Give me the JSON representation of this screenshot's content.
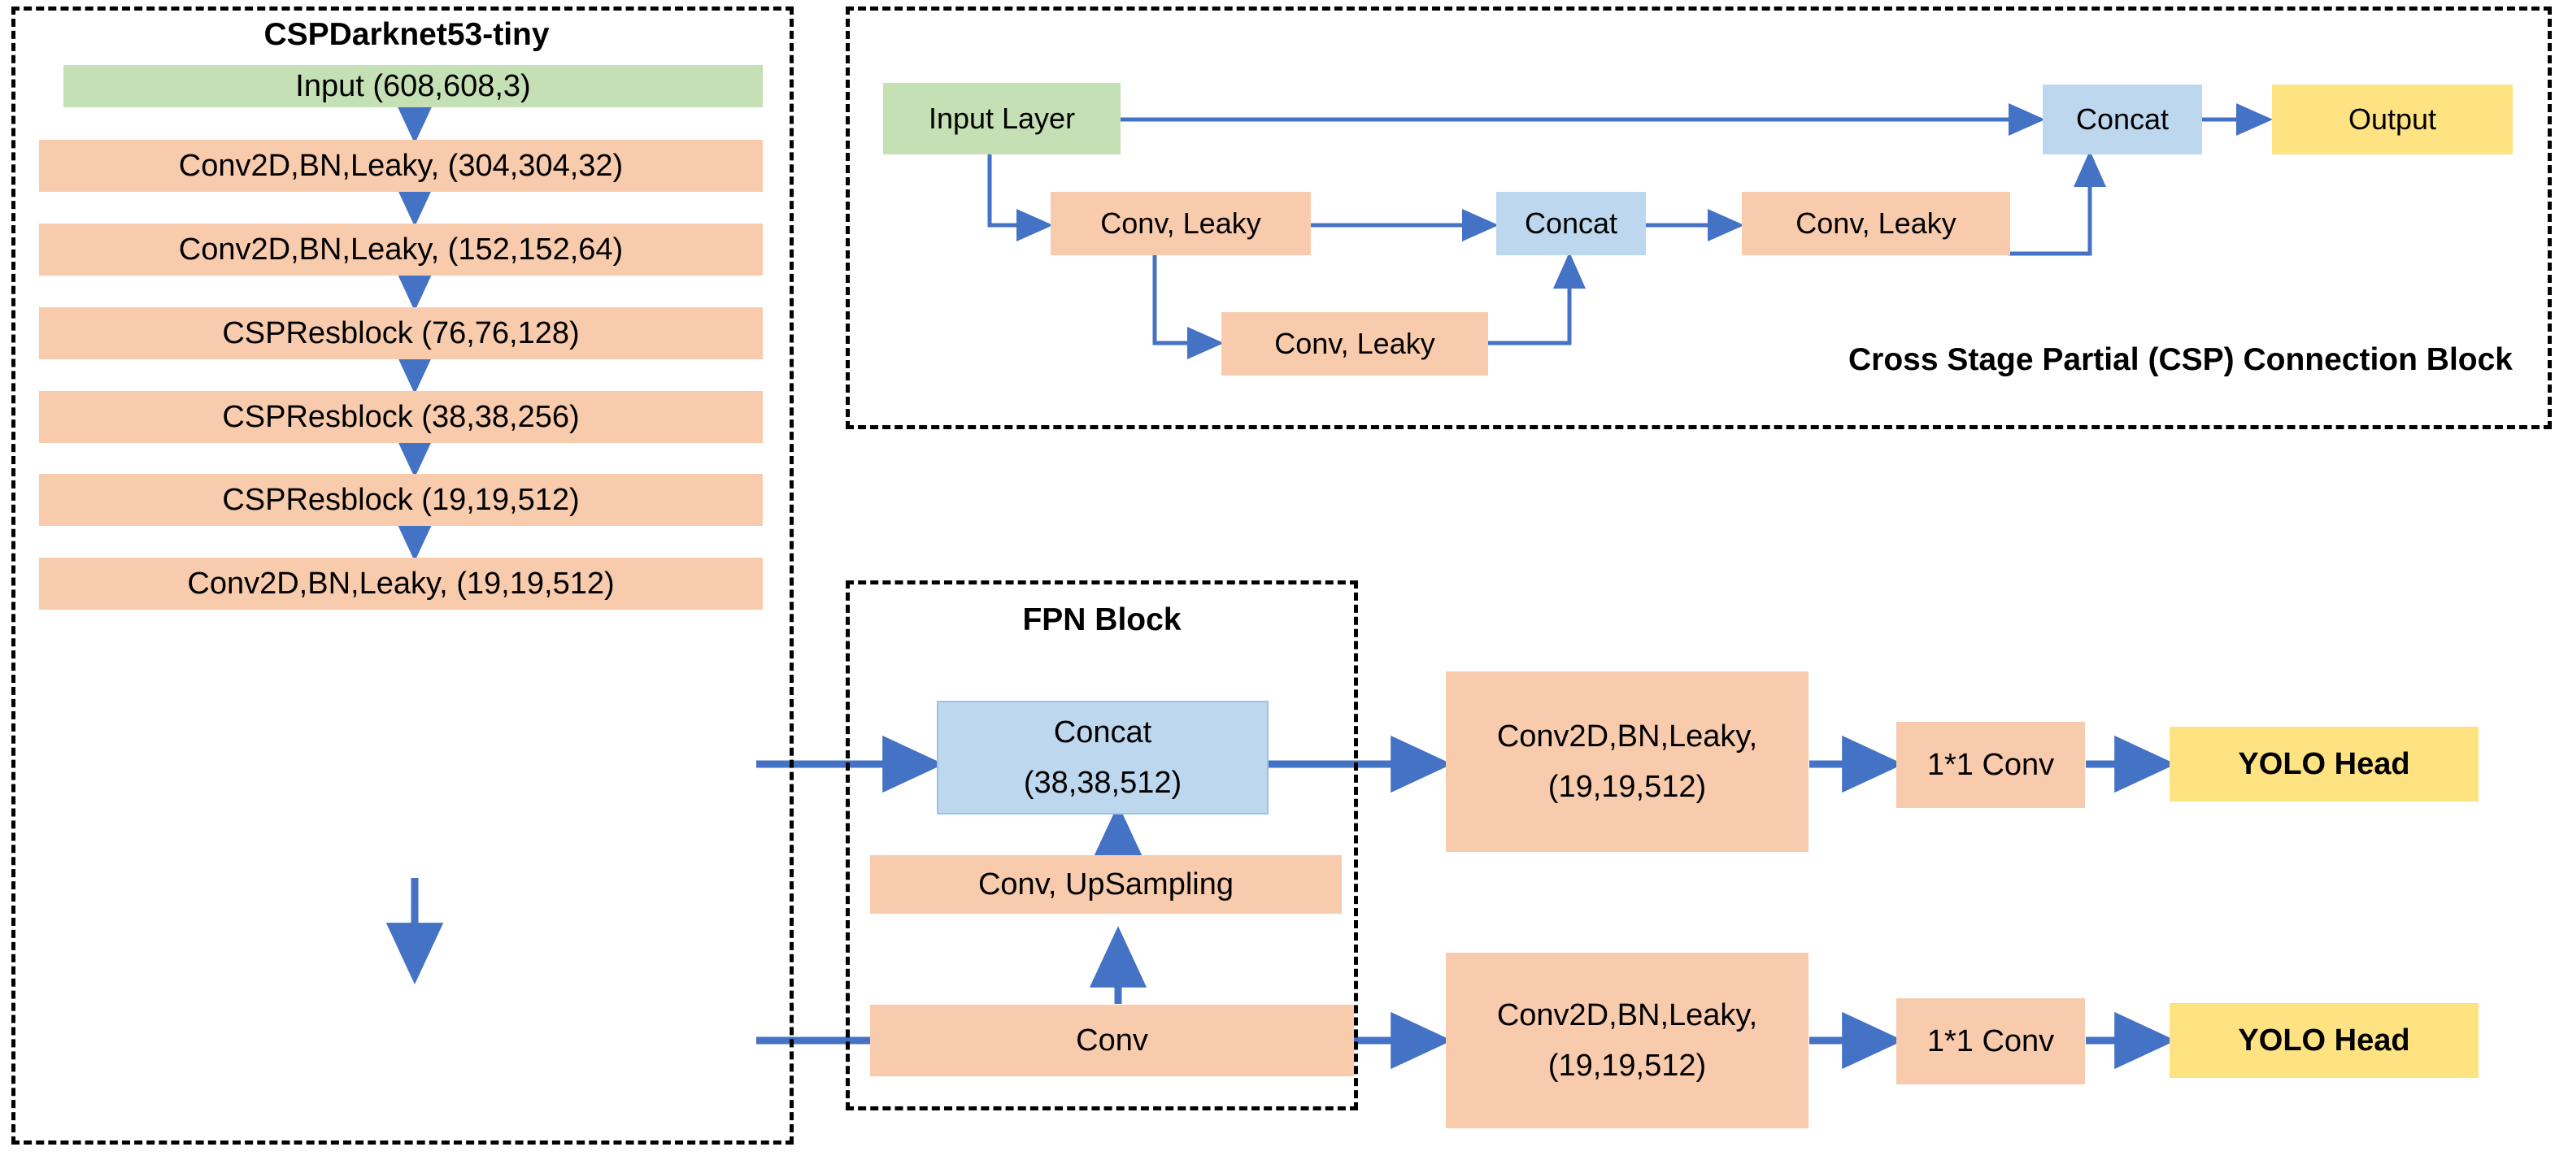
{
  "figure": {
    "type": "neural-network-architecture-diagram",
    "description": "YOLOv4-tiny style architecture: CSPDarknet53-tiny backbone, CSP connection block, FPN block and two YOLO detection heads"
  },
  "colors": {
    "input_green": "#c5e0b4",
    "conv_orange": "#f8cbad",
    "concat_blue": "#bdd7ee",
    "output_yellow": "#ffe281",
    "arrow_blue": "#4472c4",
    "border_black": "#000000"
  },
  "groups": {
    "backbone": {
      "title": "CSPDarknet53-tiny"
    },
    "csp": {
      "title": "Cross Stage Partial (CSP) Connection Block"
    },
    "fpn": {
      "title": "FPN Block"
    }
  },
  "backbone": {
    "nodes": [
      {
        "id": "input",
        "label": "Input (608,608,3)",
        "color": "green"
      },
      {
        "id": "conv1",
        "label": "Conv2D,BN,Leaky,  (304,304,32)",
        "color": "orange"
      },
      {
        "id": "conv2",
        "label": "Conv2D,BN,Leaky,  (152,152,64)",
        "color": "orange"
      },
      {
        "id": "csp1",
        "label": "CSPResblock (76,76,128)",
        "color": "orange"
      },
      {
        "id": "csp2",
        "label": "CSPResblock (38,38,256)",
        "color": "orange"
      },
      {
        "id": "csp3",
        "label": "CSPResblock (19,19,512)",
        "color": "orange"
      },
      {
        "id": "conv3",
        "label": "Conv2D,BN,Leaky,  (19,19,512)",
        "color": "orange"
      }
    ]
  },
  "csp_block": {
    "nodes": [
      {
        "id": "csp_input",
        "label": "Input Layer",
        "color": "green"
      },
      {
        "id": "csp_conv_a",
        "label": "Conv, Leaky",
        "color": "orange"
      },
      {
        "id": "csp_conv_b",
        "label": "Conv, Leaky",
        "color": "orange"
      },
      {
        "id": "csp_concat_inner",
        "label": "Concat",
        "color": "blue"
      },
      {
        "id": "csp_conv_c",
        "label": "Conv, Leaky",
        "color": "orange"
      },
      {
        "id": "csp_concat_outer",
        "label": "Concat",
        "color": "blue"
      },
      {
        "id": "csp_output",
        "label": "Output",
        "color": "yellow"
      }
    ]
  },
  "fpn_block": {
    "nodes": [
      {
        "id": "fpn_concat",
        "label": "Concat\n(38,38,512)",
        "color": "blue"
      },
      {
        "id": "fpn_upsample",
        "label": "Conv, UpSampling",
        "color": "orange"
      },
      {
        "id": "fpn_conv",
        "label": "Conv",
        "color": "orange"
      }
    ]
  },
  "heads": {
    "top": [
      {
        "id": "head_top_conv",
        "label": "Conv2D,BN,Leaky,\n(19,19,512)",
        "color": "orange"
      },
      {
        "id": "head_top_1x1",
        "label": "1*1 Conv",
        "color": "orange"
      },
      {
        "id": "head_top_yolo",
        "label": "YOLO Head",
        "color": "yellow"
      }
    ],
    "bottom": [
      {
        "id": "head_bot_conv",
        "label": "Conv2D,BN,Leaky,\n(19,19,512)",
        "color": "orange"
      },
      {
        "id": "head_bot_1x1",
        "label": "1*1 Conv",
        "color": "orange"
      },
      {
        "id": "head_bot_yolo",
        "label": "YOLO Head",
        "color": "yellow"
      }
    ]
  }
}
